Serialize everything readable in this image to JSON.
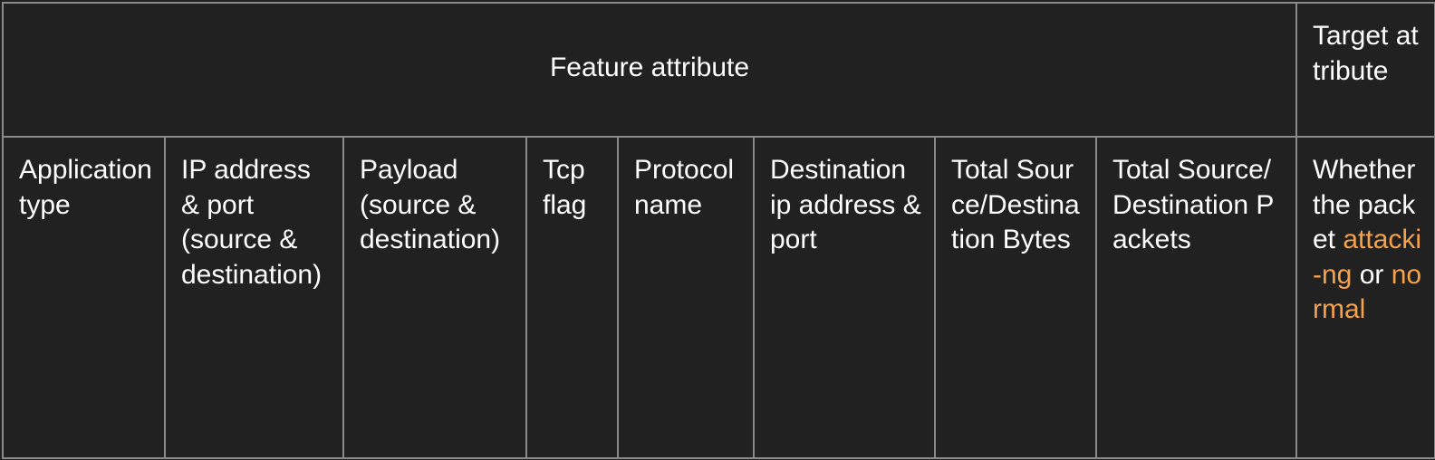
{
  "table": {
    "header": {
      "feature_label": "Feature attribute",
      "target_label": "Target attribute"
    },
    "feature_columns": [
      "Application type",
      "IP address & port (source & destination)",
      "Payload (source & destination)",
      "Tcp flag",
      "Protocol name",
      "Destination ip address & port",
      "Total Source/Destination Bytes",
      "Total Source/Destination Packets"
    ],
    "target_column": {
      "prefix": "Whether the packet ",
      "option_attacking": "attacki-ng",
      "joiner": " or ",
      "option_normal": "normal"
    }
  },
  "colors": {
    "background": "#212121",
    "text": "#ffffff",
    "grid_line": "#8a8a8a",
    "accent": "#f5a24a"
  }
}
